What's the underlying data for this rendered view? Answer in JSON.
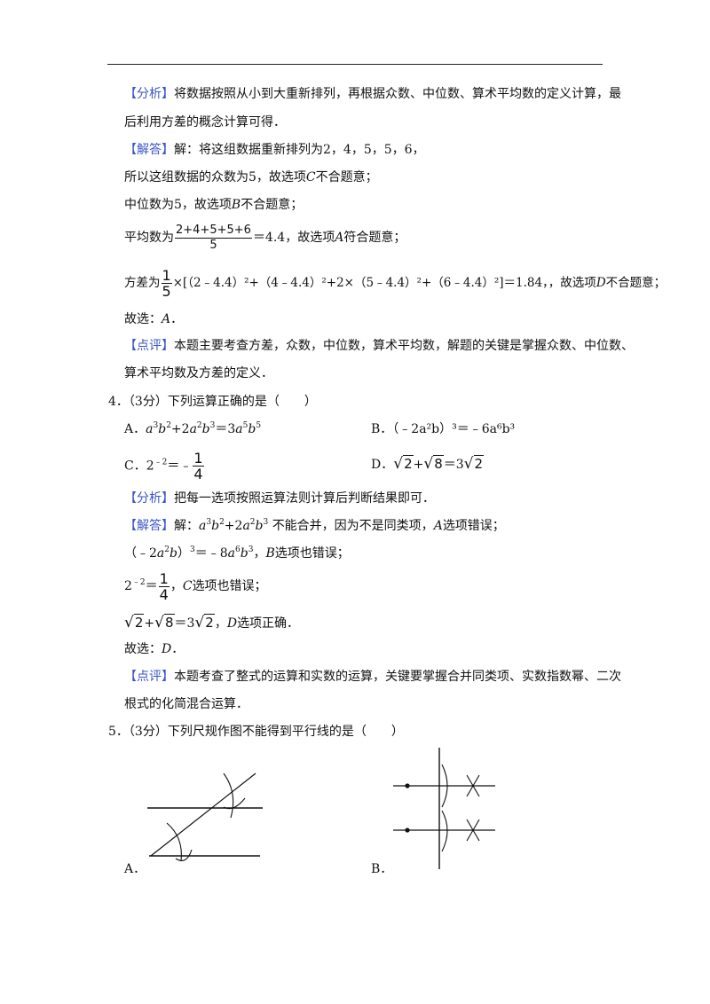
{
  "q3_solution": {
    "analysis_tag": "【分析】",
    "analysis_l1": "将数据按照从小到大重新排列，再根据众数、中位数、算术平均数的定义计算，最",
    "analysis_l2": "后利用方差的概念计算可得．",
    "answer_tag": "【解答】",
    "answer_l1": "解：将这组数据重新排列为2，4，5，5，6，",
    "mode_pre": "所以这组数据的众数为5，故选项",
    "mode_var": "C",
    "mode_post": "不合题意；",
    "median_pre": "中位数为5，故选项",
    "median_var": "B",
    "median_post": "不合题意；",
    "mean_pre": "平均数为",
    "mean_num": "2+4+5+5+6",
    "mean_den": "5",
    "mean_post1": "＝4.4，故选项",
    "mean_var": "A",
    "mean_post2": "符合题意；",
    "var_pre": "方差为",
    "var_num": "1",
    "var_den": "5",
    "var_expr": "×[（2﹣4.4）²+（4﹣4.4）²+2×（5﹣4.4）²+（6﹣4.4）²]＝1.84，，故选项",
    "var_var": "D",
    "var_post": "不合题意；",
    "choose_pre": "故选：",
    "choose_var": "A",
    "choose_post": "．",
    "comment_tag": "【点评】",
    "comment_l1": "本题主要考查方差，众数，中位数，算术平均数，解题的关键是掌握众数、中位数、",
    "comment_l2": "算术平均数及方差的定义．"
  },
  "q4": {
    "stem": "4．（3分）下列运算正确的是（　　）",
    "optA": "A．",
    "optB": "B．（﹣2a²b）³＝﹣6a⁶b³",
    "optC": "C．",
    "optD": "D．",
    "analysis_tag": "【分析】",
    "analysis": "把每一选项按照运算法则计算后判断结果即可．",
    "answer_tag": "【解答】",
    "ans_l1_pre": "解：",
    "ans_l1_post": "不能合并，因为不是同类项，",
    "ans_l1_var": "A",
    "ans_l1_end": "选项错误；",
    "ans_l2_var": "B",
    "ans_l2_end": "选项也错误；",
    "ans_l3_var": "C",
    "ans_l3_end": "选项也错误；",
    "ans_l4_var": "D",
    "ans_l4_end": "选项正确．",
    "choose_pre": "故选：",
    "choose_var": "D",
    "choose_post": "．",
    "comment_tag": "【点评】",
    "comment_l1": "本题考查了整式的运算和实数的运算，关键要掌握合并同类项、实数指数幂、二次",
    "comment_l2": "根式的化简混合运算．"
  },
  "q5": {
    "stem": "5．（3分）下列尺规作图不能得到平行线的是（　　）",
    "labelA": "A．",
    "labelB": "B．"
  },
  "colors": {
    "tag": "#3a56c5",
    "text": "#111111"
  }
}
